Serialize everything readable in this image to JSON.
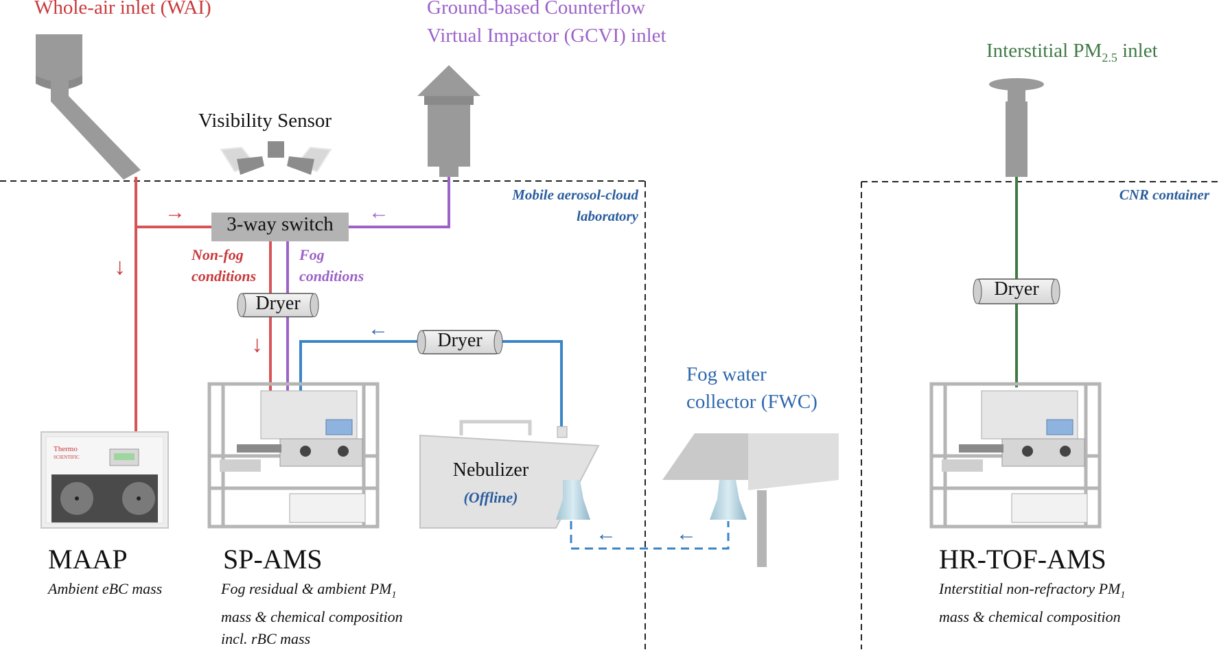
{
  "inlets": {
    "wai": "Whole-air inlet (WAI)",
    "gcvi_line1": "Ground-based Counterflow",
    "gcvi_line2": "Virtual Impactor (GCVI) inlet",
    "pm25_prefix": "Interstitial PM",
    "pm25_sub": "2.5",
    "pm25_suffix": " inlet"
  },
  "visibility_sensor": "Visibility Sensor",
  "switch": "3-way switch",
  "conditions": {
    "nonfog_line1": "Non-fog",
    "nonfog_line2": "conditions",
    "fog_line1": "Fog",
    "fog_line2": "conditions"
  },
  "dryer_label": "Dryer",
  "containers": {
    "mobile_line1": "Mobile aerosol-cloud",
    "mobile_line2": "laboratory",
    "cnr": "CNR container"
  },
  "fwc": {
    "line1": "Fog water",
    "line2": "collector (FWC)"
  },
  "nebulizer": {
    "name": "Nebulizer",
    "mode": "(Offline)"
  },
  "maap_brand": {
    "line1": "Thermo",
    "line2": "SCIENTIFIC"
  },
  "instruments": {
    "maap": {
      "name": "MAAP",
      "desc": "Ambient eBC mass"
    },
    "spams": {
      "name": "SP-AMS",
      "desc_line1_prefix": "Fog residual & ambient PM",
      "desc_line1_sub": "1",
      "desc_line2": "mass & chemical composition",
      "desc_line3": "incl. rBC mass"
    },
    "hrtof": {
      "name": "HR-TOF-AMS",
      "desc_line1_prefix": "Interstitial non-refractory PM",
      "desc_line1_sub": "1",
      "desc_line2": "mass & chemical composition"
    }
  },
  "arrows": {
    "right": "→",
    "left": "←",
    "down": "↓"
  },
  "colors": {
    "wai_line": "#d65457",
    "gcvi_line": "#9b62c8",
    "fog_water_line": "#3a84c8",
    "pm25_line": "#3f7a45",
    "inlet_grey": "#9a9a9a",
    "container_border": "#222222"
  }
}
